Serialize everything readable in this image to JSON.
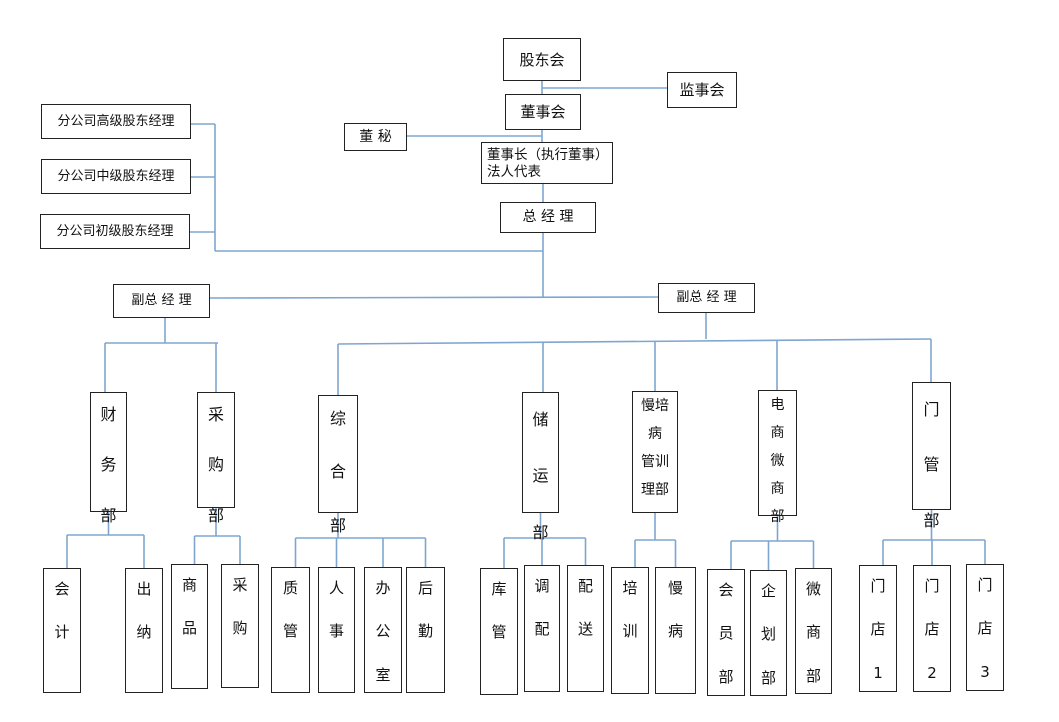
{
  "title": "公司组织架构图",
  "colors": {
    "connector": "#7fa6d0",
    "border": "#222222"
  },
  "top": {
    "shareholders": "股东会",
    "supervisors": "监事会",
    "board": "董事会",
    "secretary": "董 秘",
    "chairman_line1": "董事长（执行董事）",
    "chairman_line2": "法人代表",
    "general_manager": "总 经 理"
  },
  "branch_managers": [
    "分公司高级股东经理",
    "分公司中级股东经理",
    "分公司初级股东经理"
  ],
  "vice_managers": [
    "副总 经 理",
    "副总 经 理"
  ],
  "departments": [
    {
      "name": "财务部",
      "chars": [
        "财",
        "务",
        "部"
      ],
      "subs": [
        [
          "会",
          "计"
        ],
        [
          "出",
          "纳"
        ]
      ]
    },
    {
      "name": "采购部",
      "chars": [
        "采",
        "购",
        "部"
      ],
      "subs": [
        [
          "商",
          "品"
        ],
        [
          "采",
          "购"
        ]
      ]
    },
    {
      "name": "综合部",
      "chars": [
        "综",
        "合",
        "部"
      ],
      "subs": [
        [
          "质",
          "管"
        ],
        [
          "人",
          "事"
        ],
        [
          "办",
          "公",
          "室"
        ],
        [
          "后",
          "勤"
        ]
      ]
    },
    {
      "name": "储运部",
      "chars": [
        "储",
        "运",
        "部"
      ],
      "subs": [
        [
          "库",
          "管"
        ],
        [
          "调",
          "配"
        ],
        [
          "配",
          "送"
        ]
      ]
    },
    {
      "name": "慢病管理培训部",
      "chars": [
        "慢培",
        "病",
        "管训",
        "理部"
      ],
      "subs": [
        [
          "培",
          "训"
        ],
        [
          "慢",
          "病"
        ]
      ]
    },
    {
      "name": "电商微商部",
      "chars": [
        "电",
        "商",
        "微",
        "商",
        "部"
      ],
      "subs": [
        [
          "会",
          "员",
          "部"
        ],
        [
          "企",
          "划",
          "部"
        ],
        [
          "微",
          "商",
          "部"
        ]
      ]
    },
    {
      "name": "门管部",
      "chars": [
        "门",
        "管",
        "部"
      ],
      "subs": [
        [
          "门",
          "店",
          "1"
        ],
        [
          "门",
          "店",
          "2"
        ],
        [
          "门",
          "店",
          "3"
        ]
      ]
    }
  ]
}
